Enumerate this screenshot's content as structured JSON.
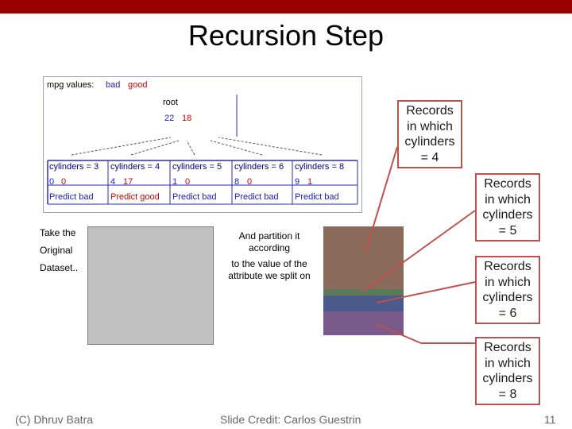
{
  "slide": {
    "title": "Recursion Step",
    "accent_color": "#990000"
  },
  "tree": {
    "legend_label": "mpg values:",
    "legend_bad": "bad",
    "legend_good": "good",
    "root_label": "root",
    "root_bad": "22",
    "root_good": "18",
    "branches": [
      {
        "label": "cylinders = 3",
        "bad": "0",
        "good": "0",
        "predict": "Predict bad"
      },
      {
        "label": "cylinders = 4",
        "bad": "4",
        "good": "17",
        "predict": "Predict good"
      },
      {
        "label": "cylinders = 5",
        "bad": "1",
        "good": "0",
        "predict": "Predict bad"
      },
      {
        "label": "cylinders = 6",
        "bad": "8",
        "good": "0",
        "predict": "Predict bad"
      },
      {
        "label": "cylinders = 8",
        "bad": "9",
        "good": "1",
        "predict": "Predict bad"
      }
    ]
  },
  "text": {
    "take_the": "Take the",
    "original": "Original",
    "dataset": "Dataset..",
    "partition_line1": "And partition it",
    "partition_line2": "according",
    "value_line1": "to the value of the",
    "value_line2": "attribute we split on"
  },
  "stack_colors": [
    "#8a6a5a",
    "#5a7a5a",
    "#4a5a8a",
    "#7a5a8a"
  ],
  "callouts": [
    {
      "lines": [
        "Records",
        "in which",
        "cylinders",
        "= 4"
      ]
    },
    {
      "lines": [
        "Records",
        "in which",
        "cylinders",
        "= 5"
      ]
    },
    {
      "lines": [
        "Records",
        "in which",
        "cylinders",
        "= 6"
      ]
    },
    {
      "lines": [
        "Records",
        "in which",
        "cylinders",
        "= 8"
      ]
    }
  ],
  "footer": {
    "left": "(C) Dhruv Batra",
    "center": "Slide Credit: Carlos Guestrin",
    "page": "11"
  }
}
